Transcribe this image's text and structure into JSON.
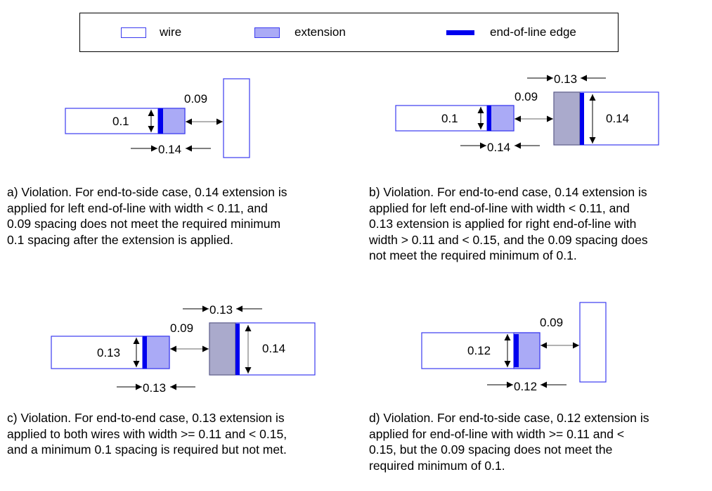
{
  "legend": {
    "items": [
      {
        "label": "wire",
        "icon": "wire-swatch"
      },
      {
        "label": "extension",
        "icon": "extension-swatch"
      },
      {
        "label": "end-of-line edge",
        "icon": "end-of-line-edge-swatch"
      }
    ]
  },
  "colors": {
    "wire_border": "#3b3bef",
    "wire_fill": "#ffffff",
    "extension_fill": "#aaaaf6",
    "extension_overlap_fill": "#aaaacc",
    "end_of_line_edge": "#0000ee",
    "dimension": "#000000"
  },
  "diagrams": {
    "a": {
      "case": "end-to-side",
      "left_width": "0.1",
      "spacing": "0.09",
      "extension": "0.14",
      "caption": "a) Violation. For end-to-side case, 0.14 extension is\napplied for left end-of-line with width < 0.11, and\n0.09 spacing does not meet the required minimum\n0.1 spacing after the extension is applied."
    },
    "b": {
      "case": "end-to-end",
      "left_width": "0.1",
      "spacing": "0.09",
      "left_extension": "0.14",
      "right_extension": "0.13",
      "right_width": "0.14",
      "caption": "b) Violation. For end-to-end case, 0.14 extension is\napplied for left end-of-line with width < 0.11, and\n0.13 extension is applied for right end-of-line with\nwidth > 0.11 and < 0.15, and the 0.09 spacing does\nnot meet the required minimum of 0.1."
    },
    "c": {
      "case": "end-to-end",
      "left_width": "0.13",
      "spacing": "0.09",
      "left_extension": "0.13",
      "right_extension": "0.13",
      "right_width": "0.14",
      "caption": "c) Violation. For end-to-end case, 0.13 extension is\napplied to both wires with width >= 0.11 and < 0.15,\nand a minimum 0.1 spacing is required but not met."
    },
    "d": {
      "case": "end-to-side",
      "left_width": "0.12",
      "spacing": "0.09",
      "extension": "0.12",
      "caption": "d) Violation. For end-to-side case, 0.12 extension is\napplied for end-of-line with width >= 0.11 and <\n0.15, but the 0.09 spacing does not meet the\nrequired minimum of 0.1."
    }
  }
}
